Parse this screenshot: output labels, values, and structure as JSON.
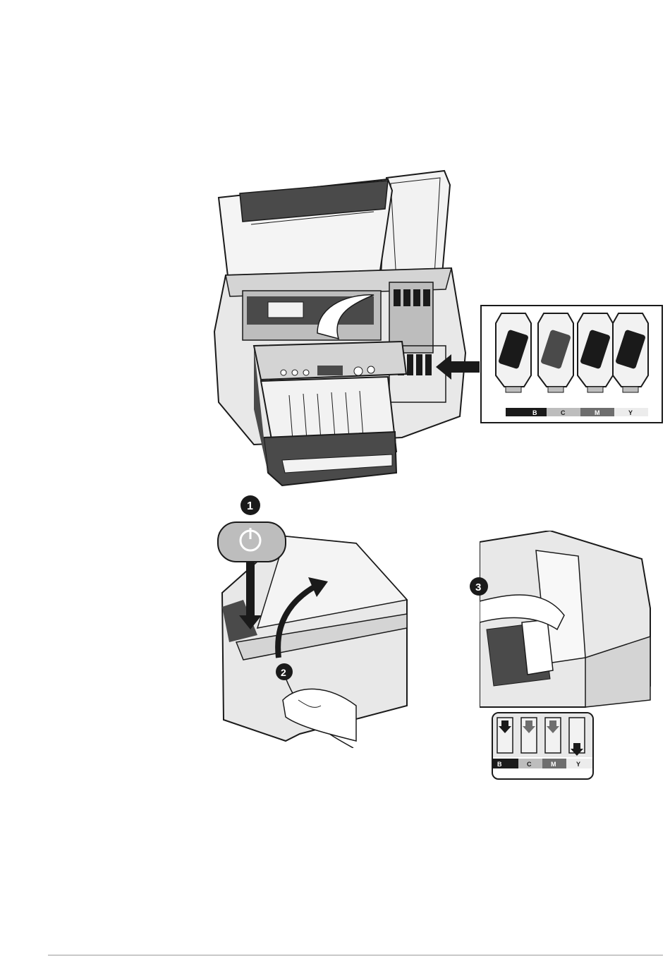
{
  "cartridge_labels": [
    "B",
    "C",
    "M",
    "Y"
  ],
  "inset_slot_labels": [
    "B",
    "C",
    "M",
    "Y"
  ],
  "steps": [
    "1",
    "2",
    "3"
  ],
  "colors": {
    "ink": "#1a1a1a",
    "body": "#e6e6e6",
    "shade": "#bdbdbd",
    "dark": "#4a4a4a"
  }
}
